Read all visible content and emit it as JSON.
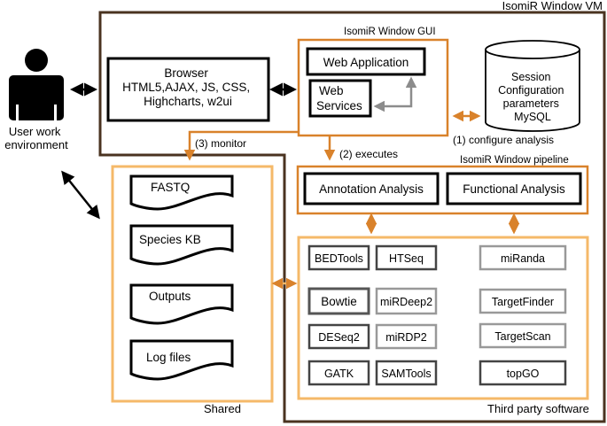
{
  "vm": {
    "title": "IsomiR Window VM"
  },
  "user": {
    "label_line1": "User work",
    "label_line2": "environment"
  },
  "browser": {
    "line1": "Browser",
    "line2": "HTML5,AJAX, JS, CSS,",
    "line3": "Highcharts, w2ui"
  },
  "gui": {
    "title": "IsomiR Window GUI",
    "web_application": "Web Application",
    "web_services_line1": "Web",
    "web_services_line2": "Services"
  },
  "database": {
    "line1": "Session",
    "line2": "Configuration",
    "line3": "parameters",
    "line4": "MySQL"
  },
  "flows": {
    "configure": "(1) configure analysis",
    "executes": "(2) executes",
    "monitor": "(3) monitor"
  },
  "pipeline": {
    "title": "IsomiR Window pipeline",
    "annotation": "Annotation Analysis",
    "functional": "Functional Analysis"
  },
  "shared": {
    "label": "Shared",
    "items": [
      "FASTQ",
      "Species KB",
      "Outputs",
      "Log files"
    ]
  },
  "third_party": {
    "label": "Third party software",
    "tools": {
      "bedtools": "BEDTools",
      "htseq": "HTSeq",
      "miranda": "miRanda",
      "bowtie": "Bowtie",
      "mirdeep2": "miRDeep2",
      "targetfinder": "TargetFinder",
      "deseq2": "DESeq2",
      "mirdp2": "miRDP2",
      "targetscan": "TargetScan",
      "gatk": "GATK",
      "samtools": "SAMTools",
      "topgo": "topGO"
    }
  },
  "colors": {
    "orange": "#D9822B",
    "orange_light": "#F5B969",
    "gray": "#8C8C8C",
    "dark": "#000000"
  }
}
